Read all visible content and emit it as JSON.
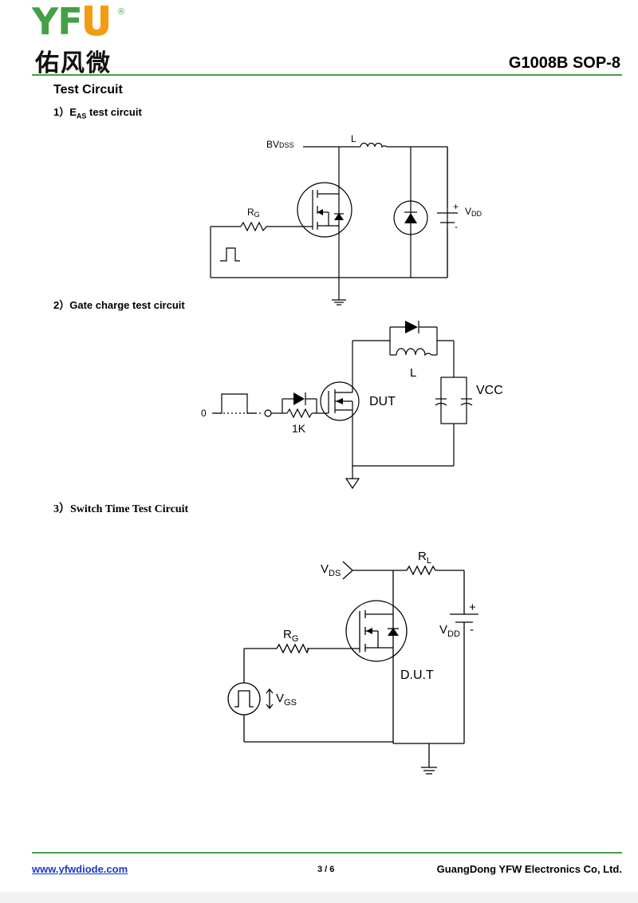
{
  "header": {
    "logo_letters_1": "YF",
    "logo_letter_u": "U",
    "logo_registered": "®",
    "logo_chinese": "佑风微",
    "part_number": "G1008B  SOP-8"
  },
  "colors": {
    "brand_green": "#43a047",
    "brand_orange": "#f39c12",
    "link_blue": "#1a39c8"
  },
  "section_title": "Test Circuit",
  "circuits": {
    "eas": {
      "heading_prefix": "1）E",
      "heading_sub": "AS",
      "heading_suffix": " test circuit",
      "label_bv": "BV",
      "label_bv_sub": "DSS",
      "label_l": "L",
      "label_rg": "R",
      "label_rg_sub": "G",
      "label_plus": "+",
      "label_minus": "-",
      "label_vdd": "V",
      "label_vdd_sub": "DD"
    },
    "gate_charge": {
      "heading": "2）Gate charge test circuit",
      "label_zero": "0",
      "label_1k": "1K",
      "label_dut": "DUT",
      "label_l": "L",
      "label_vcc": "VCC"
    },
    "switch_time": {
      "heading": "3）Switch Time Test Circuit",
      "label_vds": "V",
      "label_vds_sub": "DS",
      "label_rl": "R",
      "label_rl_sub": "L",
      "label_rg": "R",
      "label_rg_sub": "G",
      "label_vgs": "V",
      "label_vgs_sub": "GS",
      "label_vdd": "V",
      "label_vdd_sub": "DD",
      "label_plus": "+",
      "label_minus": "-",
      "label_dut": "D.U.T"
    }
  },
  "footer": {
    "website": "www.yfwdiode.com",
    "page": "3 / 6",
    "company": "GuangDong YFW Electronics Co, Ltd."
  }
}
